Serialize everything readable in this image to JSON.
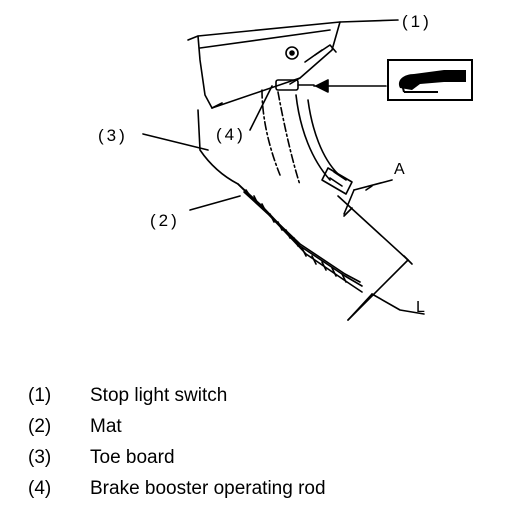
{
  "callouts": {
    "c1": "(1)",
    "c2": "(2)",
    "c3": "(3)",
    "c4": "(4)"
  },
  "dimensions": {
    "a": "A",
    "l": "L"
  },
  "legend": [
    {
      "num": "(1)",
      "label": "Stop light switch"
    },
    {
      "num": "(2)",
      "label": "Mat"
    },
    {
      "num": "(3)",
      "label": "Toe board"
    },
    {
      "num": "(4)",
      "label": "Brake booster operating rod"
    }
  ],
  "icons": {
    "view_indicator": "lubricate-arrow-icon"
  }
}
